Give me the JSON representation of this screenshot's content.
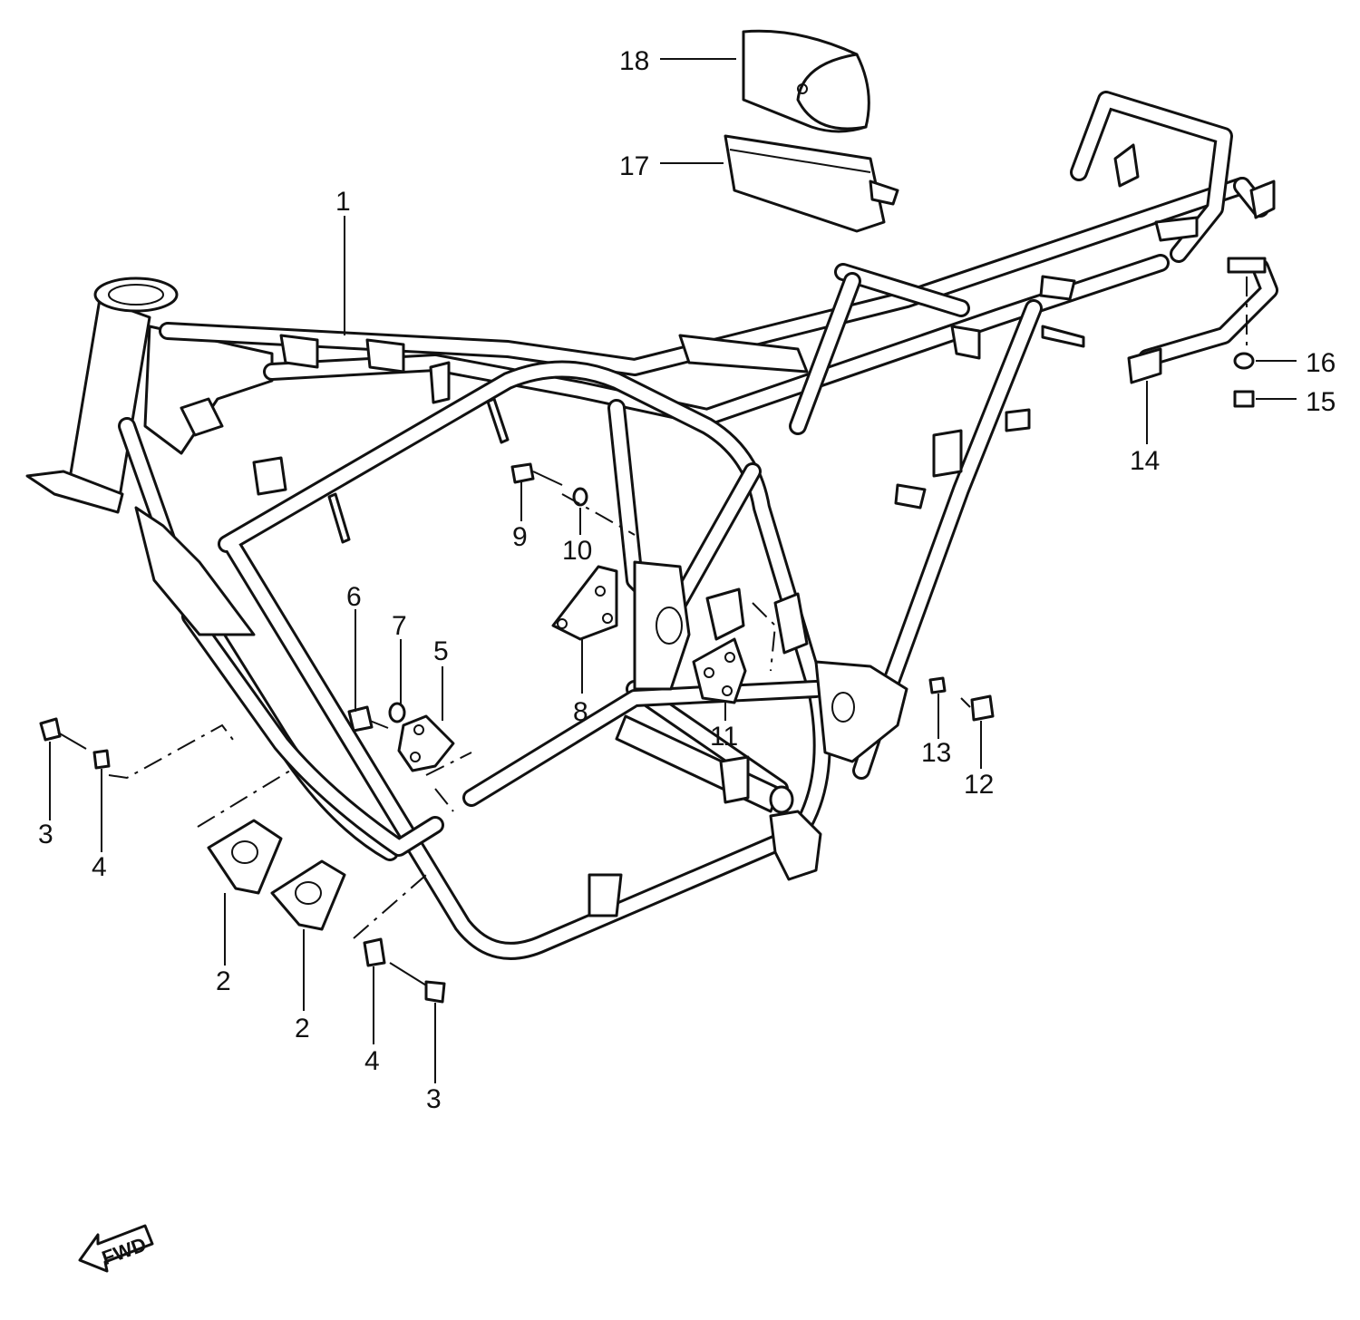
{
  "callouts": [
    {
      "id": "c1",
      "text": "1"
    },
    {
      "id": "c2a",
      "text": "2"
    },
    {
      "id": "c2b",
      "text": "2"
    },
    {
      "id": "c3a",
      "text": "3"
    },
    {
      "id": "c3b",
      "text": "3"
    },
    {
      "id": "c4a",
      "text": "4"
    },
    {
      "id": "c4b",
      "text": "4"
    },
    {
      "id": "c5",
      "text": "5"
    },
    {
      "id": "c6",
      "text": "6"
    },
    {
      "id": "c7",
      "text": "7"
    },
    {
      "id": "c8",
      "text": "8"
    },
    {
      "id": "c9",
      "text": "9"
    },
    {
      "id": "c10",
      "text": "10"
    },
    {
      "id": "c11",
      "text": "11"
    },
    {
      "id": "c12",
      "text": "12"
    },
    {
      "id": "c13",
      "text": "13"
    },
    {
      "id": "c14",
      "text": "14"
    },
    {
      "id": "c15",
      "text": "15"
    },
    {
      "id": "c16",
      "text": "16"
    },
    {
      "id": "c17",
      "text": "17"
    },
    {
      "id": "c18",
      "text": "18"
    }
  ],
  "forward_marker": {
    "text": "FWD",
    "icon": "arrow-left-icon"
  },
  "colors": {
    "ink": "#111111",
    "paper": "#ffffff"
  }
}
